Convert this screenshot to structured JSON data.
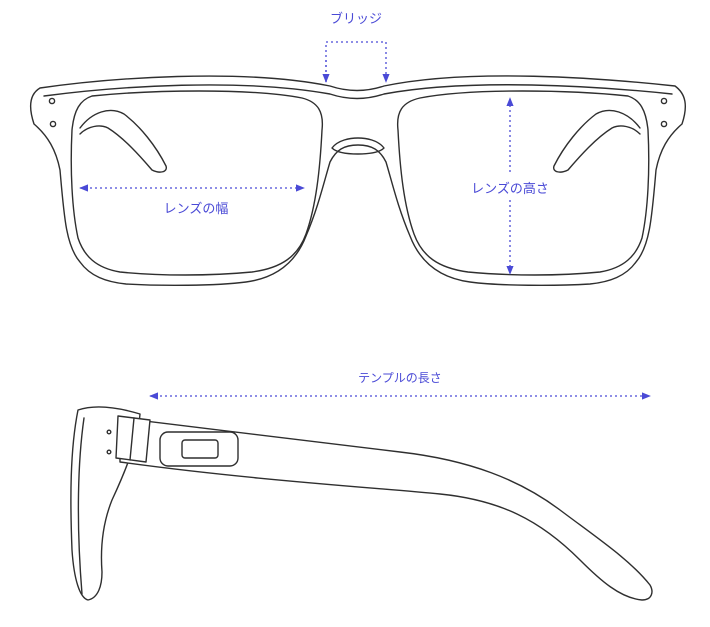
{
  "labels": {
    "bridge": "ブリッジ",
    "lens_width": "レンズの幅",
    "lens_height": "レンズの高さ",
    "temple_length": "テンプルの長さ"
  },
  "colors": {
    "dimension": "#4a4ad6",
    "outline": "#2f2f2f"
  }
}
